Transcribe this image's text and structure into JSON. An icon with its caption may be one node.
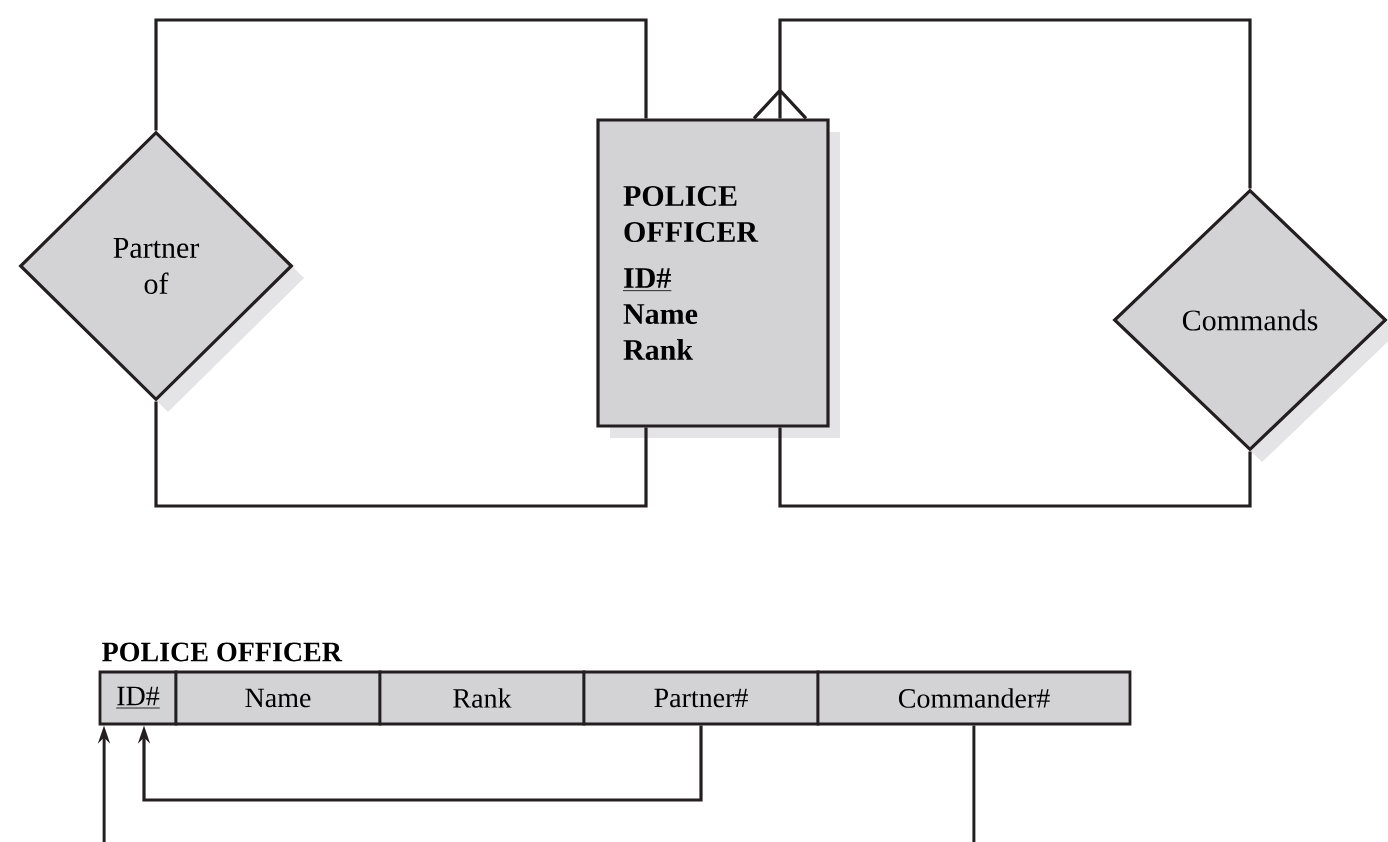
{
  "diagram": {
    "nodes": [
      {
        "text": [
          "Partner of"
        ]
      },
      {
        "text": [
          "POLICE OFFICER",
          "ID#",
          "Name",
          "Rank"
        ]
      },
      {
        "text": [
          "Commands"
        ]
      },
      {
        "text": [
          "ID#"
        ]
      },
      {
        "text": [
          "Name"
        ]
      },
      {
        "text": [
          "Rank"
        ]
      },
      {
        "text": [
          "Partner#"
        ]
      },
      {
        "text": [
          "Commander#"
        ]
      }
    ],
    "edges": [
      {
        "from": 0,
        "to": 1,
        "arrow": "none"
      },
      {
        "from": 0,
        "to": 1,
        "arrow": "none"
      },
      {
        "from": 2,
        "to": 1,
        "arrow": "other"
      },
      {
        "from": 2,
        "to": 1,
        "arrow": "none"
      },
      {
        "from": 6,
        "to": 3,
        "arrow": "to"
      },
      {
        "from": null,
        "to": 3,
        "arrow": "to"
      },
      {
        "from": 7,
        "to": null,
        "arrow": "none"
      }
    ],
    "labels": [
      "POLICE OFFICER"
    ]
  }
}
